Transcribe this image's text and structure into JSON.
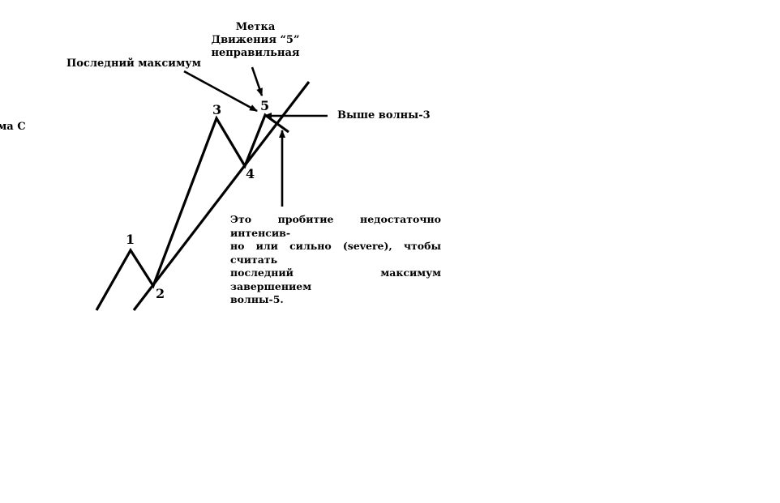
{
  "labels": {
    "cutoff": "ма С",
    "last_high": "Последний максимум",
    "mark_title_1": "Метка",
    "mark_title_2": "Движения “5”",
    "mark_title_3": "неправильная",
    "above_wave3": "Выше волны-3"
  },
  "waves": {
    "w1": "1",
    "w2": "2",
    "w3": "3",
    "w4": "4",
    "w5": "5"
  },
  "note": {
    "line1": "Это пробитие недостаточно интенсив-",
    "line2": "но или сильно (severe), чтобы считать",
    "line3": "последний максимум завершением",
    "line4": "волны-5."
  }
}
